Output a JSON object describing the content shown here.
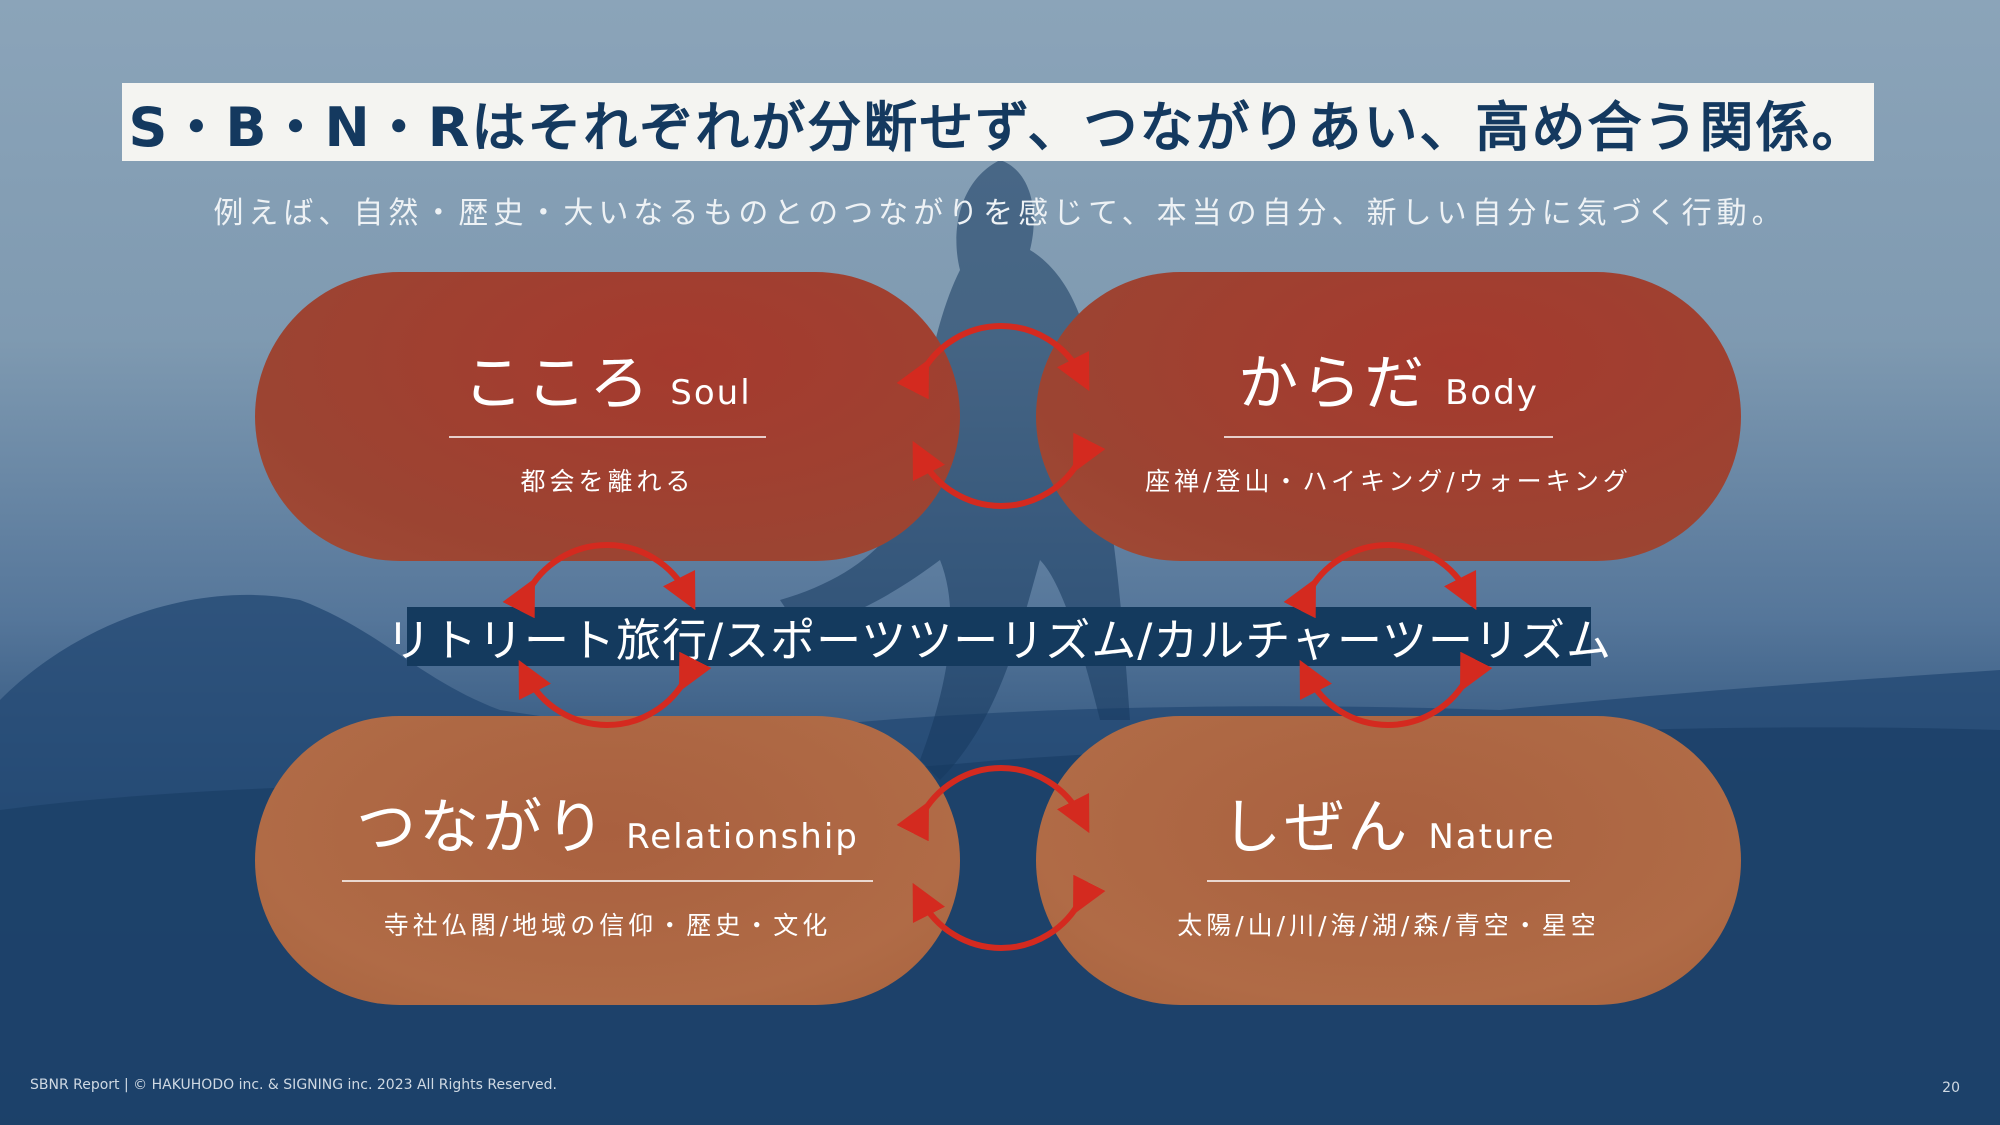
{
  "header": {
    "title": "S・B・N・Rはそれぞれが分断せず、つながりあい、高め合う関係。",
    "subtitle": "例えば、自然・歴史・大いなるものとのつながりを感じて、本当の自分、新しい自分に気づく行動。"
  },
  "pills": [
    {
      "jp": "こころ",
      "en": "Soul",
      "sub": "都会を離れる"
    },
    {
      "jp": "からだ",
      "en": "Body",
      "sub": "座禅/登山・ハイキング/ウォーキング"
    },
    {
      "jp": "つながり",
      "en": "Relationship",
      "sub": "寺社仏閣/地域の信仰・歴史・文化"
    },
    {
      "jp": "しぜん",
      "en": "Nature",
      "sub": "太陽/山/川/海/湖/森/青空・星空"
    }
  ],
  "band": {
    "text": "リトリート旅行/スポーツツーリズム/カルチャーツーリズム"
  },
  "footer": {
    "copyright": "SBNR Report | © HAKUHODO inc. & SIGNING inc. 2023 All Rights Reserved.",
    "page": "20"
  },
  "colors": {
    "title_text": "#14395f",
    "arrow": "#d42a1f",
    "band": "#143a5e"
  }
}
